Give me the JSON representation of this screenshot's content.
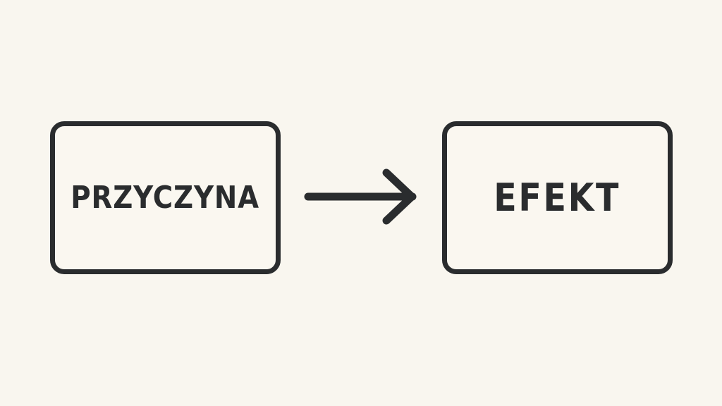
{
  "diagram": {
    "type": "cause-effect",
    "nodes": [
      {
        "id": "cause",
        "label": "PRZYCZYNA"
      },
      {
        "id": "effect",
        "label": "EFEKT"
      }
    ],
    "edges": [
      {
        "from": "cause",
        "to": "effect",
        "icon": "arrow-right-icon"
      }
    ],
    "colors": {
      "background": "#f9f6ef",
      "stroke": "#2a2c2e",
      "text": "#2a2c2e"
    }
  }
}
